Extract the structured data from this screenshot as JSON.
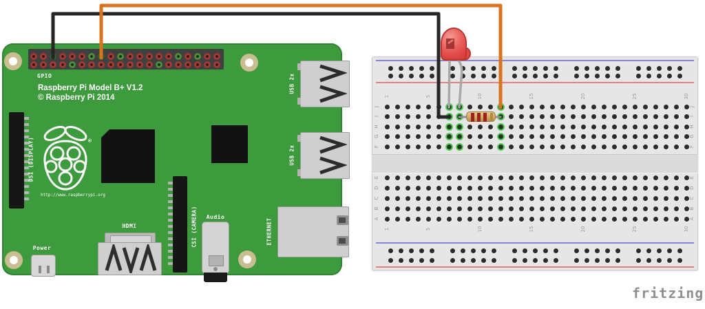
{
  "pi_board": {
    "silkscreen": {
      "gpio": "GPIO",
      "title": "Raspberry Pi Model B+ V1.2",
      "copyright": "© Raspberry Pi 2014",
      "url": "http://www.raspberrypi.org",
      "registered_mark": "®",
      "dsi": "DSI (DISPLAY)",
      "csi": "CSI (CAMERA)",
      "audio": "Audio",
      "hdmi": "HDMI",
      "power": "Power",
      "ethernet": "ETHERNET",
      "usb_top": "USB 2x",
      "usb_bottom": "USB 2x"
    },
    "gpio_header": {
      "columns": 20,
      "rows": 2,
      "green_pins_top": [
        7,
        10,
        16,
        18
      ],
      "green_pins_bottom": [
        5,
        14
      ],
      "black_wire_column": 3,
      "orange_wire_column": 8
    },
    "colors": {
      "pcb": "#3d9a3d",
      "pin_red": "#a8403a",
      "pin_green": "#55933f"
    }
  },
  "breadboard": {
    "column_count": 30,
    "row_letters_top": [
      "J",
      "I",
      "H",
      "G",
      "F"
    ],
    "row_letters_bottom": [
      "E",
      "D",
      "C",
      "B",
      "A"
    ],
    "column_numbers": [
      "1",
      "5",
      "10",
      "15",
      "20",
      "25",
      "30"
    ],
    "green_columns": [
      7,
      8,
      12
    ],
    "rail_colors": {
      "negative": "#8585d6",
      "positive": "#e08080"
    }
  },
  "circuit": {
    "led": {
      "type": "red LED",
      "body_color": "#e4514e"
    },
    "resistor": {
      "body_color": "#d2ab67",
      "band_colors": [
        "#9e221a",
        "#9e221a",
        "#9e221a",
        "#b08d3f"
      ]
    },
    "wires": [
      {
        "id": "ground-wire",
        "color": "#262626"
      },
      {
        "id": "signal-wire",
        "color": "#d8731e"
      }
    ]
  },
  "watermark": "fritzing"
}
